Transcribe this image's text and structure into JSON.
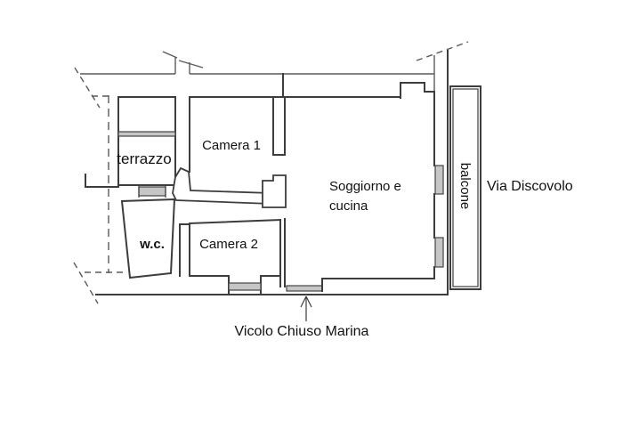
{
  "drawing": {
    "type": "apartment-floor-plan",
    "rooms": {
      "terrazzo": "terrazzo",
      "camera1": "Camera 1",
      "camera2": "Camera 2",
      "wc": "w.c.",
      "soggiorno_line1": "Soggiorno e",
      "soggiorno_line2": "cucina",
      "balcone": "balcone"
    },
    "streets": {
      "right": "Via Discovolo",
      "bottom": "Vicolo Chiuso Marina"
    },
    "colors": {
      "wall": "#3d3d3d",
      "boundary": "#5a5a5a",
      "window_fill": "#c6c6c6",
      "background": "#ffffff",
      "text": "#111111"
    }
  }
}
